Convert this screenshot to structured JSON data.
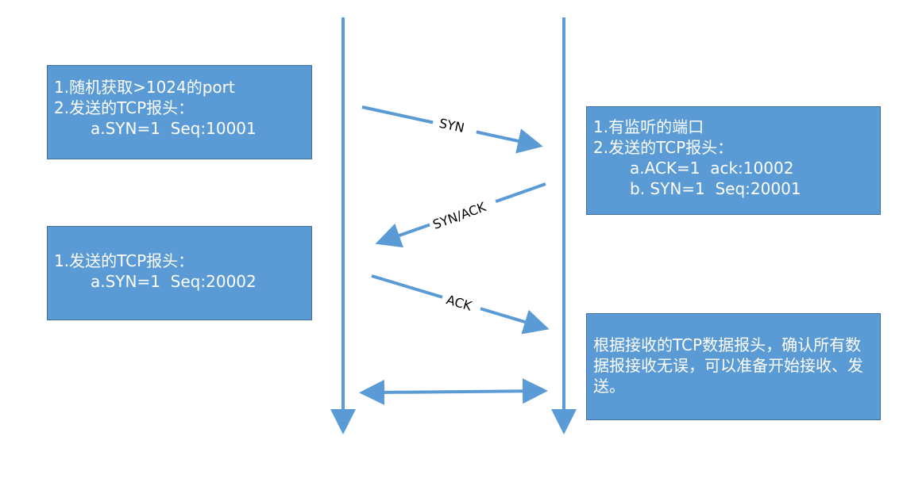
{
  "client_box_1": {
    "line1": "1.随机获取>1024的port",
    "line2": "2.发送的TCP报头：",
    "line3": "a.SYN=1  Seq:10001"
  },
  "client_box_2": {
    "line1": "1.发送的TCP报头：",
    "line2": "a.SYN=1  Seq:20002"
  },
  "server_box_1": {
    "line1": "1.有监听的端口",
    "line2": "2.发送的TCP报头：",
    "line3": "a.ACK=1  ack:10002",
    "line4": "b. SYN=1  Seq:20001"
  },
  "server_box_2": {
    "text": "根据接收的TCP数据报头，确认所有数据报接收无误，可以准备开始接收、发送。"
  },
  "arrows": {
    "syn_label": "SYN",
    "synack_label": "SYN/ACK",
    "ack_label": "ACK"
  },
  "colors": {
    "accent": "#5b9bd5",
    "border": "#41719c",
    "text_on_box": "#ffffff"
  }
}
